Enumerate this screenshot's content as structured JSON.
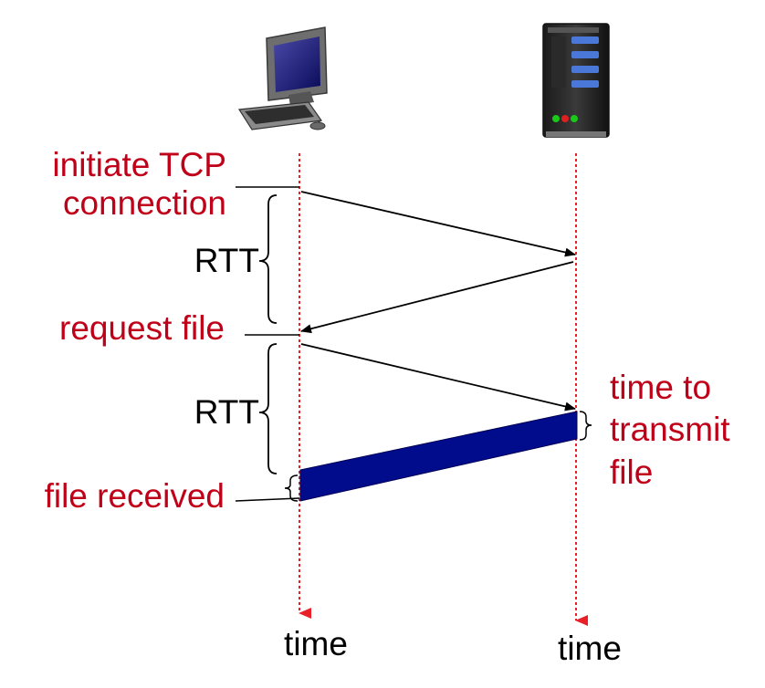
{
  "labels": {
    "initiate_line1": "initiate TCP",
    "initiate_line2": "connection",
    "rtt_first": "RTT",
    "request_file": "request file",
    "rtt_second": "RTT",
    "file_received": "file received",
    "transmit_line1": "time to",
    "transmit_line2": "transmit",
    "transmit_line3": "file",
    "client_time": "time",
    "server_time": "time"
  },
  "icons": {
    "client": "desktop-computer-icon",
    "server": "server-tower-icon"
  },
  "colors": {
    "label_red": "#c00018",
    "timeline_red": "#e8202a",
    "file_bar": "#000c8c",
    "arrow": "#000000"
  }
}
